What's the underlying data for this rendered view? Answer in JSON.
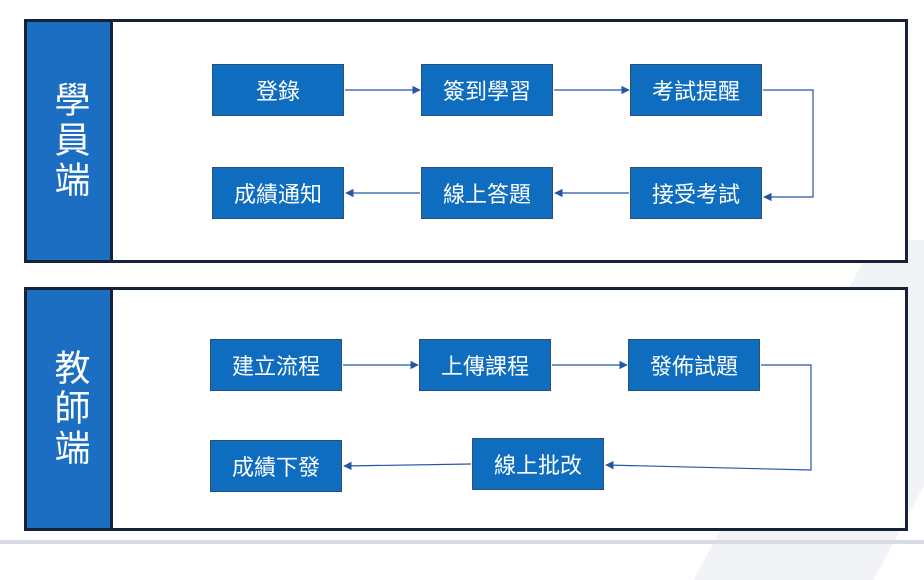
{
  "student": {
    "label": "學員端",
    "steps": [
      "登錄",
      "簽到學習",
      "考試提醒",
      "接受考試",
      "線上答題",
      "成績通知"
    ]
  },
  "teacher": {
    "label": "教師端",
    "steps": [
      "建立流程",
      "上傳課程",
      "發佈試題",
      "線上批改",
      "成績下發"
    ]
  },
  "colors": {
    "box_fill": "#0f6dbf",
    "label_fill": "#1b6ec2",
    "border": "#16213a",
    "arrow": "#2457a4"
  }
}
